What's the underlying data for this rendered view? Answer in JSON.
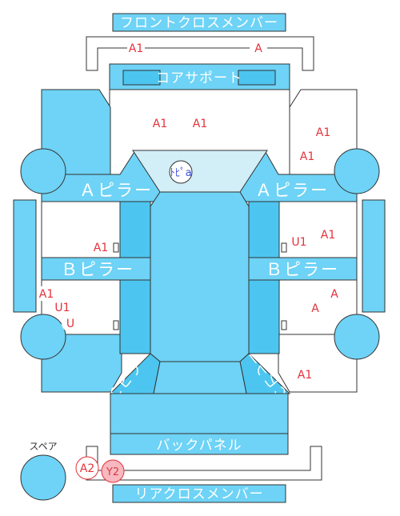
{
  "colors": {
    "panel": "#6ed3f6",
    "panel_dark": "#4cc6f0",
    "outline": "#333333",
    "windshield": "#d2eef7",
    "mark": "#e5323a",
    "mark_blue": "#3a4fd8",
    "badge_bg": "#f7b9bf"
  },
  "labels": {
    "front_cross_member": "フロントクロスメンバー",
    "core_support": "コアサポート",
    "a_pillar_left": "Ａピラー",
    "a_pillar_right": "Ａピラー",
    "b_pillar_left": "Ｂピラー",
    "b_pillar_right": "Ｂピラー",
    "back_panel": "バックパネル",
    "rear_cross_member": "リアクロスメンバー",
    "spare": "スペア",
    "pillar_c_left": "Ｃピラー",
    "pillar_c_right": "Ｃピラー"
  },
  "marks": {
    "front_cross_a1": "A1",
    "front_cross_a": "A",
    "hood_a1_1": "A1",
    "hood_a1_2": "A1",
    "right_fender_a1_1": "A1",
    "right_fender_a1_2": "A1",
    "roof_icon": "ﾄﾋﾟa",
    "front_door_left_a1": "A1",
    "front_door_right_u1": "U1",
    "front_door_right_a1": "A1",
    "rear_left_a1": "A1",
    "rear_left_u1": "U1",
    "rear_left_u": "U",
    "rear_door_right_a_1": "A",
    "rear_door_right_a_2": "A",
    "rear_quarter_right_a1": "A1",
    "rear_cross_a2": "A2",
    "rear_cross_y2": "Y2"
  }
}
